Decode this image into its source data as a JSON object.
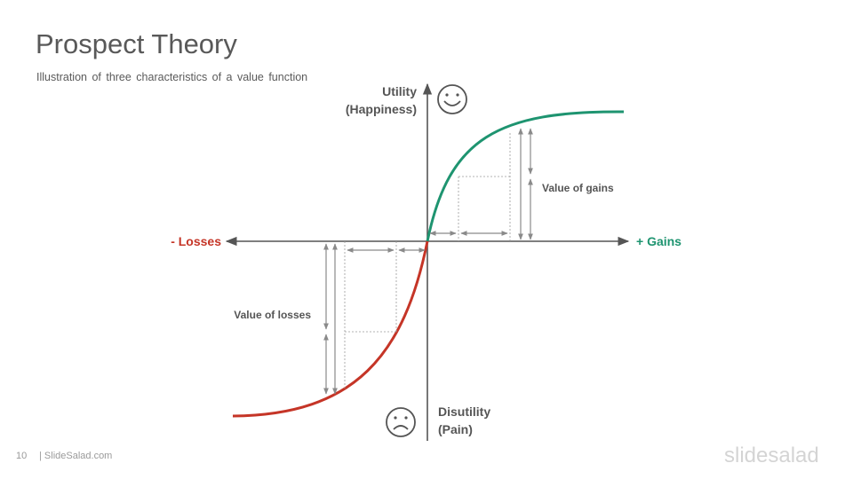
{
  "slide": {
    "title": "Prospect Theory",
    "subtitle": "Illustration of three characteristics of a value function",
    "page_number": "10",
    "source": "| SlideSalad.com",
    "brand": "slidesalad"
  },
  "diagram": {
    "y_axis_top_label_line1": "Utility",
    "y_axis_top_label_line2": "(Happiness)",
    "y_axis_bottom_label_line1": "Disutility",
    "y_axis_bottom_label_line2": "(Pain)",
    "x_axis_left_label": "- Losses",
    "x_axis_right_label": "+ Gains",
    "gains_annotation": "Value of gains",
    "losses_annotation": "Value of losses",
    "top_icon": "smiley-face-icon",
    "bottom_icon": "sad-face-icon"
  },
  "colors": {
    "gains": "#1e9470",
    "losses": "#c53527",
    "axis": "#555555",
    "annotation": "#888888",
    "title": "#595959"
  }
}
